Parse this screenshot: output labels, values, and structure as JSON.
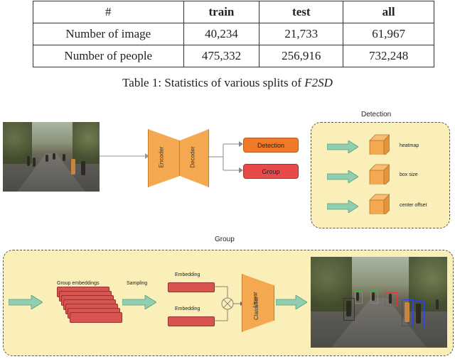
{
  "table": {
    "header": [
      "#",
      "train",
      "test",
      "all"
    ],
    "rows": [
      [
        "Number of image",
        "40,234",
        "21,733",
        "61,967"
      ],
      [
        "Number of people",
        "475,332",
        "256,916",
        "732,248"
      ]
    ]
  },
  "caption": {
    "prefix": "Table 1: Statistics of various splits of ",
    "dataset": "F2SD"
  },
  "figure": {
    "encoder_label": "Encoder",
    "decoder_label": "Decoder",
    "detection_head": "Detection",
    "group_head": "Group",
    "detection_panel_title": "Detection",
    "detection_outputs": [
      "heatmap",
      "box size",
      "center offset"
    ],
    "group_panel_title": "Group",
    "group_embeddings_label": "Group embeddings",
    "sampling_label": "Sampling",
    "embedding_label_1": "Embedding",
    "embedding_label_2": "Embedding",
    "classifier_label_1": "Linear",
    "classifier_label_2": "Classifier",
    "colors": {
      "orange_block": "#f4a950",
      "detection_head": "#f07a2a",
      "group_head": "#e84a4a",
      "panel_fill": "#fbefb9",
      "arrow_green": "#8fcfb0",
      "embedding_red": "#d9534f"
    }
  }
}
